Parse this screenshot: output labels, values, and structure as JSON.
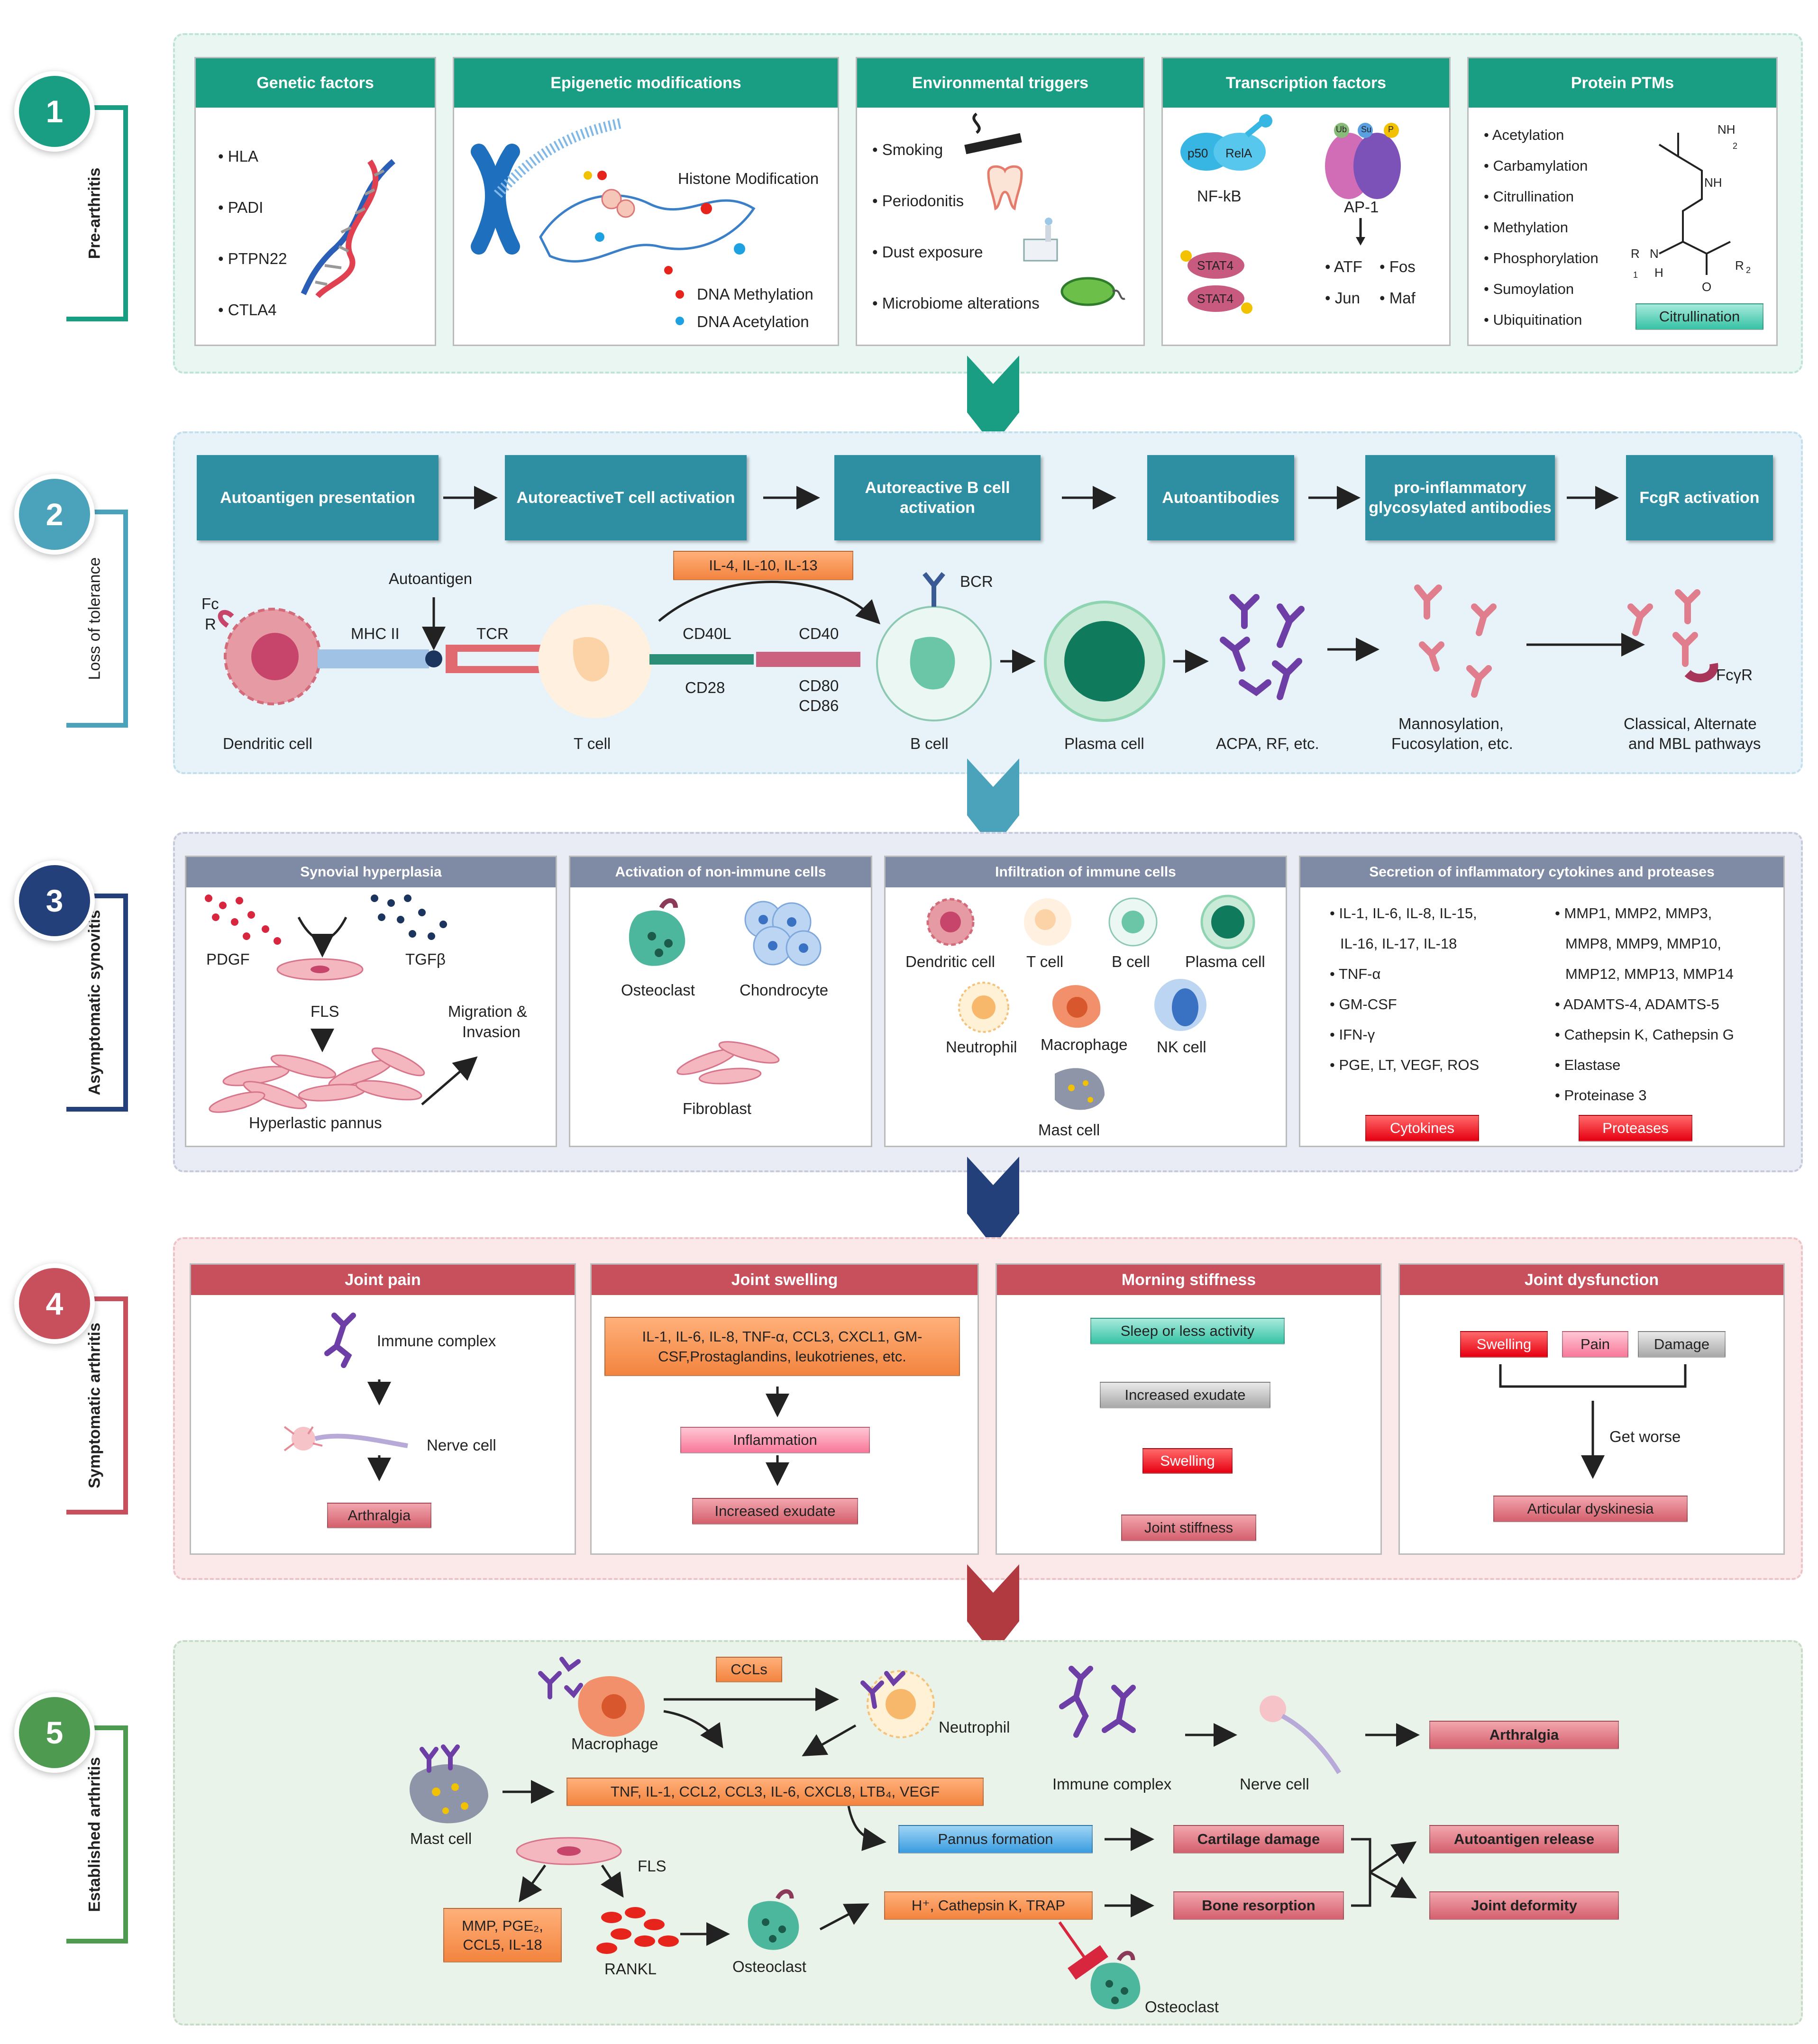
{
  "colors": {
    "stage1": "#1a9e83",
    "stage2": "#4aa3bb",
    "stage3": "#23407a",
    "stage4": "#c8505d",
    "stage5": "#4f9a51"
  },
  "stages": [
    {
      "num": "1",
      "label": "Pre-arthritis"
    },
    {
      "num": "2",
      "label": "Loss of tolerance"
    },
    {
      "num": "3",
      "label": "Asymptomatic synovitis"
    },
    {
      "num": "4",
      "label": "Symptomatic arthritis"
    },
    {
      "num": "5",
      "label": "Established arthritis"
    }
  ],
  "s1": {
    "genetic": {
      "title": "Genetic factors",
      "items": [
        "HLA",
        "PADI",
        "PTPN22",
        "CTLA4"
      ]
    },
    "epigenetic": {
      "title": "Epigenetic modifications",
      "histone": "Histone Modification",
      "methylation": "DNA Methylation",
      "acetylation": "DNA Acetylation"
    },
    "environmental": {
      "title": "Environmental triggers",
      "items": [
        "Smoking",
        "Periodonitis",
        "Dust exposure",
        "Microbiome alterations"
      ]
    },
    "transcription": {
      "title": "Transcription factors",
      "p50": "p50",
      "rela": "RelA",
      "nfkb": "NF-kB",
      "ap1": "AP-1",
      "stat4a": "STAT4",
      "stat4b": "STAT4",
      "ub": "Ub",
      "su": "Su",
      "p": "P",
      "atf": "ATF",
      "fos": "Fos",
      "jun": "Jun",
      "maf": "Maf"
    },
    "ptm": {
      "title": "Protein PTMs",
      "items": [
        "Acetylation",
        "Carbamylation",
        "Citrullination",
        "Methylation",
        "Phosphorylation",
        "Sumoylation",
        "Ubiquitination"
      ],
      "badge": "Citrullination",
      "nh": "NH",
      "sub2": "2",
      "nh2": "NH",
      "r1": "R",
      "sub1": "1",
      "n": "N",
      "h": "H",
      "o": "O",
      "r2": "R",
      "sub2b": "2"
    }
  },
  "s2": {
    "steps": [
      "Autoantigen presentation",
      "AutoreactiveT cell activation",
      "Autoreactive B cell activation",
      "Autoantibodies",
      "pro-inflammatory glycosylated antibodies",
      "FcgR activation"
    ],
    "il": "IL-4, IL-10, IL-13",
    "labels": {
      "fc": "Fc",
      "r": "R",
      "mhc": "MHC II",
      "autoantigen": "Autoantigen",
      "tcr": "TCR",
      "cd40l": "CD40L",
      "cd28": "CD28",
      "cd40": "CD40",
      "cd80": "CD80",
      "cd86": "CD86",
      "bcr": "BCR",
      "fcyr": "FcγR"
    },
    "cells": {
      "dendritic": "Dendritic cell",
      "tcell": "T cell",
      "bcell": "B cell",
      "plasma": "Plasma cell",
      "acpa": "ACPA, RF, etc.",
      "manno1": "Mannosylation,",
      "manno2": "Fucosylation, etc.",
      "class1": "Classical, Alternate",
      "class2": "and MBL pathways"
    }
  },
  "s3": {
    "synovial": {
      "title": "Synovial hyperplasia",
      "pdgf": "PDGF",
      "tgfb": "TGFβ",
      "fls": "FLS",
      "migration1": "Migration &",
      "migration2": "Invasion",
      "pannus": "Hyperlastic pannus"
    },
    "nonimmune": {
      "title": "Activation of non-immune cells",
      "osteoclast": "Osteoclast",
      "chondrocyte": "Chondrocyte",
      "fibroblast": "Fibroblast"
    },
    "immune": {
      "title": "Infiltration of immune cells",
      "dendritic": "Dendritic cell",
      "tcell": "T cell",
      "bcell": "B cell",
      "plasma": "Plasma cell",
      "neutrophil": "Neutrophil",
      "macrophage": "Macrophage",
      "nk": "NK cell",
      "mast": "Mast cell"
    },
    "secretion": {
      "title": "Secretion of inflammatory cytokines and proteases",
      "cytokines": [
        "IL-1, IL-6, IL-8, IL-15,",
        "IL-16, IL-17, IL-18",
        "TNF-α",
        "GM-CSF",
        "IFN-γ",
        "PGE, LT, VEGF, ROS"
      ],
      "proteases": [
        "MMP1, MMP2, MMP3,",
        "MMP8, MMP9, MMP10,",
        "MMP12, MMP13, MMP14",
        "ADAMTS-4, ADAMTS-5",
        "Cathepsin K, Cathepsin G",
        "Elastase",
        "Proteinase 3"
      ],
      "cyto_badge": "Cytokines",
      "prot_badge": "Proteases"
    }
  },
  "s4": {
    "pain": {
      "title": "Joint pain",
      "immune": "Immune complex",
      "nerve": "Nerve cell",
      "arthralgia": "Arthralgia"
    },
    "swelling": {
      "title": "Joint swelling",
      "mediators": "IL-1, IL-6, IL-8, TNF-α,  CCL3, CXCL1, GM-CSF,Prostaglandins, leukotrienes, etc.",
      "inflammation": "Inflammation",
      "exudate": "Increased exudate"
    },
    "stiffness": {
      "title": "Morning stiffness",
      "sleep": "Sleep or less activity",
      "exudate": "Increased exudate",
      "swelling": "Swelling",
      "stiffness": "Joint stiffness"
    },
    "dysfunction": {
      "title": "Joint dysfunction",
      "swelling": "Swelling",
      "pain": "Pain",
      "damage": "Damage",
      "worse": "Get worse",
      "dyskinesia": "Articular dyskinesia"
    }
  },
  "s5": {
    "macrophage": "Macrophage",
    "ccls": "CCLs",
    "neutrophil": "Neutrophil",
    "immune": "Immune complex",
    "nerve": "Nerve cell",
    "arthralgia": "Arthralgia",
    "mast": "Mast cell",
    "cytokines": "TNF, IL-1, CCL2, CCL3, IL-6, CXCL8, LTB₄, VEGF",
    "pannus": "Pannus formation",
    "cartilage": "Cartilage damage",
    "release": "Autoantigen release",
    "fls": "FLS",
    "mmp1": "MMP, PGE₂,",
    "mmp2": "CCL5, IL-18",
    "rankl": "RANKL",
    "osteoclast": "Osteoclast",
    "hplus": "H⁺, Cathepsin K, TRAP",
    "bone": "Bone resorption",
    "deformity": "Joint deformity",
    "osteoclast2": "Osteoclast"
  }
}
